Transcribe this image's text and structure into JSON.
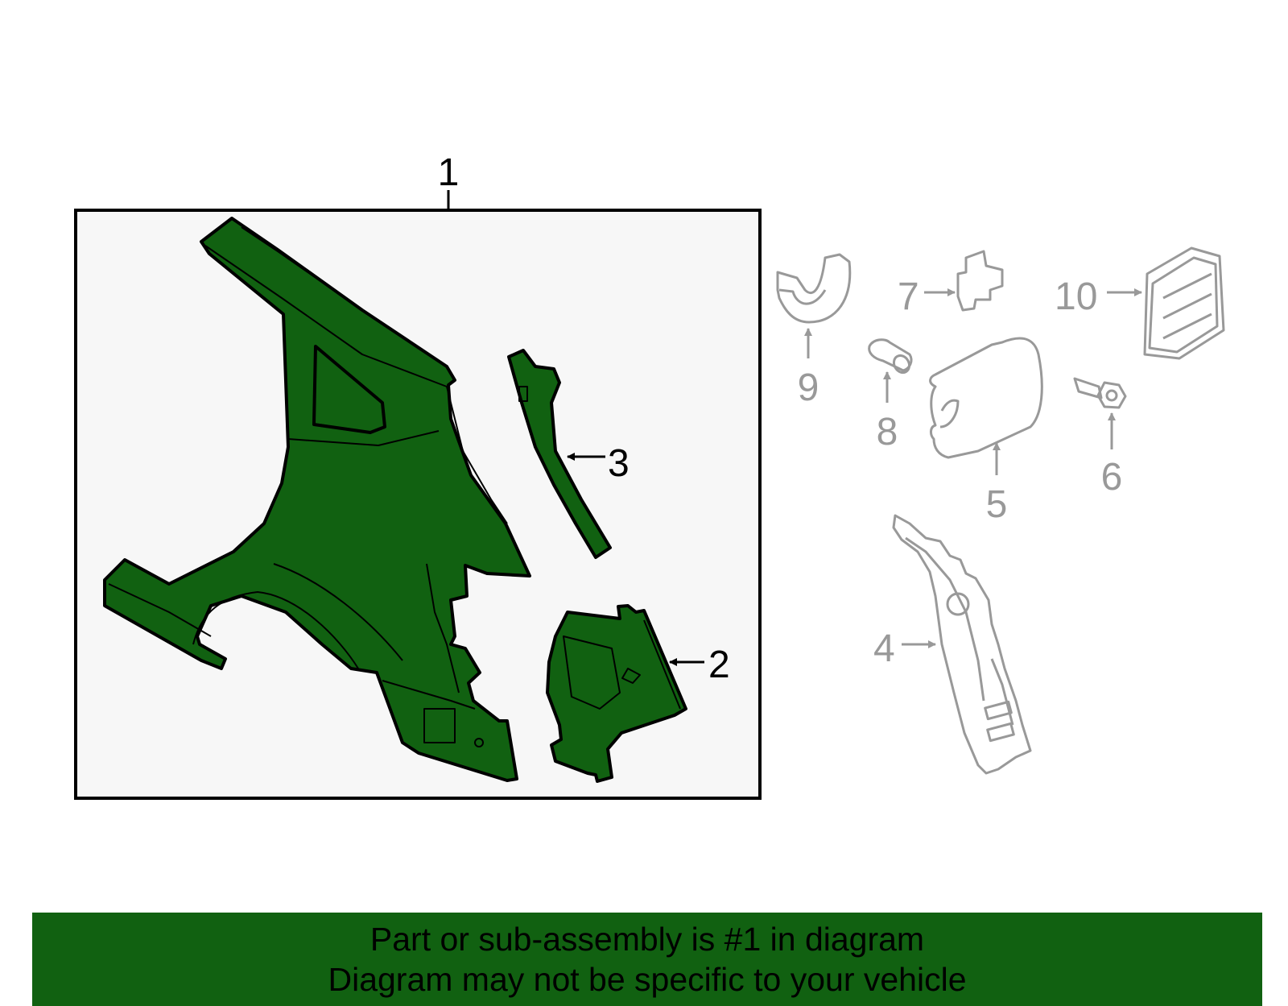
{
  "colors": {
    "highlight_fill": "#116111",
    "highlight_stroke": "#000000",
    "other_stroke": "#999999",
    "group_box_fill": "#f7f7f7",
    "banner_bg": "#116111"
  },
  "callouts": {
    "c1": "1",
    "c2": "2",
    "c3": "3",
    "c4": "4",
    "c5": "5",
    "c6": "6",
    "c7": "7",
    "c8": "8",
    "c9": "9",
    "c10": "10"
  },
  "banner": {
    "line1": "Part or sub-assembly is #1 in diagram",
    "line2": "Diagram may not be specific to your vehicle"
  }
}
